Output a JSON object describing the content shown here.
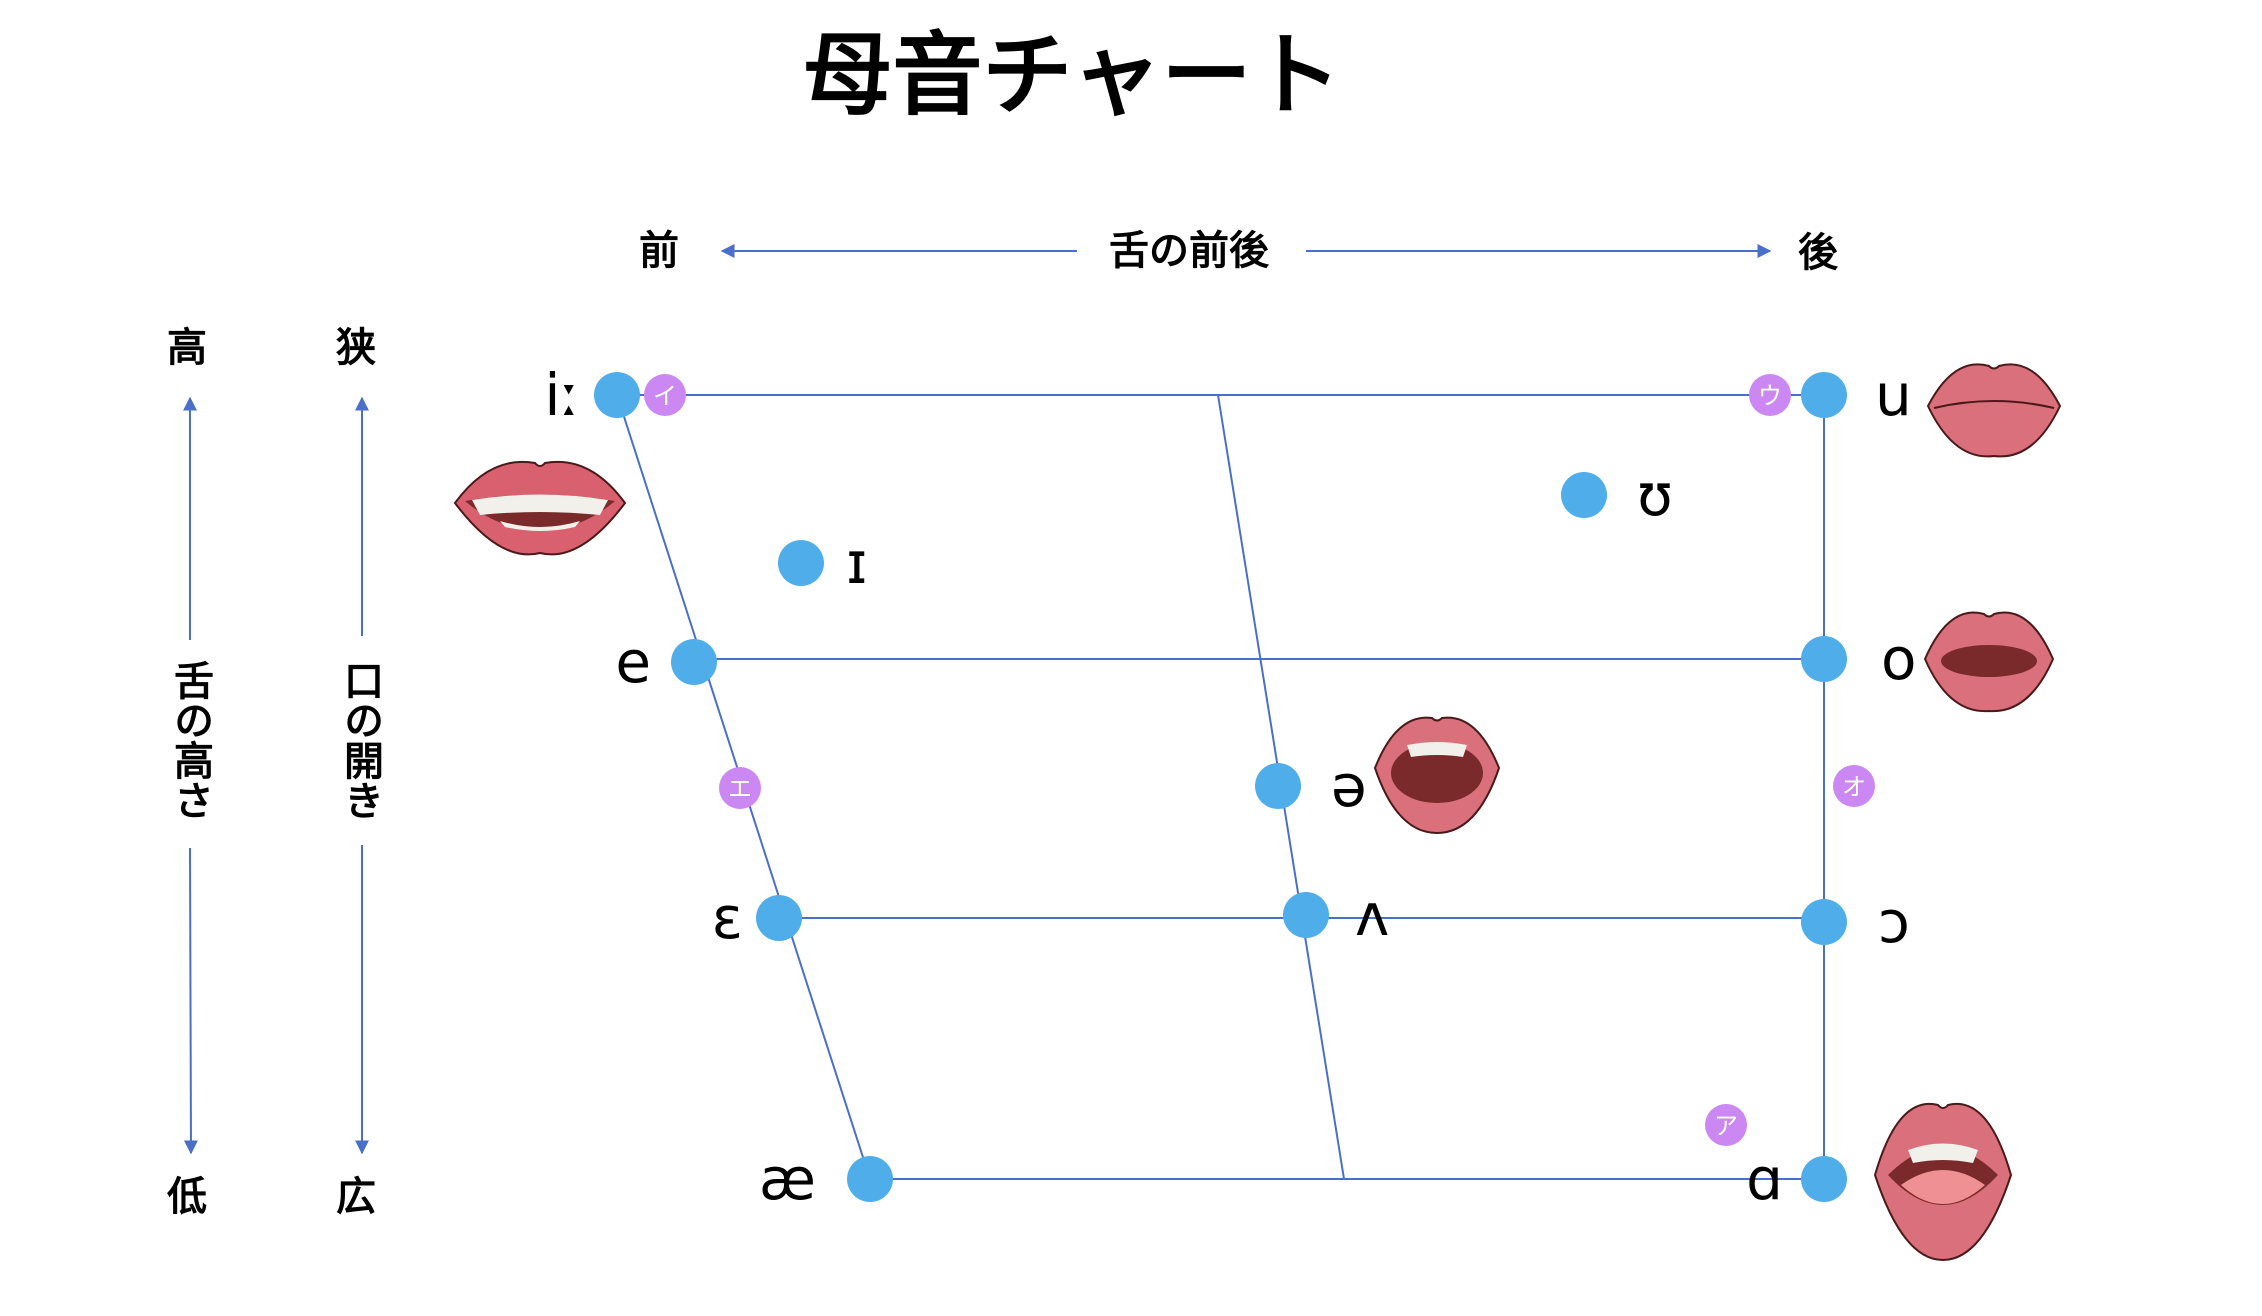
{
  "title": "母音チャート",
  "horizontal_axis": {
    "label": "舌の前後",
    "left": "前",
    "right": "後"
  },
  "vertical_axes": [
    {
      "label": "舌の高さ",
      "top": "高",
      "bottom": "低"
    },
    {
      "label": "口の開き",
      "top": "狭",
      "bottom": "広"
    }
  ],
  "vowels": [
    {
      "symbol": "iː"
    },
    {
      "symbol": "ɪ"
    },
    {
      "symbol": "e"
    },
    {
      "symbol": "ɛ"
    },
    {
      "symbol": "æ"
    },
    {
      "symbol": "ə"
    },
    {
      "symbol": "ʌ"
    },
    {
      "symbol": "u"
    },
    {
      "symbol": "ʊ"
    },
    {
      "symbol": "o"
    },
    {
      "symbol": "ɔ"
    },
    {
      "symbol": "ɑ"
    }
  ],
  "japanese_vowels": [
    {
      "kana": "イ"
    },
    {
      "kana": "ウ"
    },
    {
      "kana": "エ"
    },
    {
      "kana": "オ"
    },
    {
      "kana": "ア"
    }
  ],
  "colors": {
    "vowel_dot": "#4faeea",
    "japanese_dot": "#cc88f2",
    "grid_line": "#4a6fc8",
    "lips": "#d9707c",
    "mouth_inner": "#7a2a2a"
  }
}
